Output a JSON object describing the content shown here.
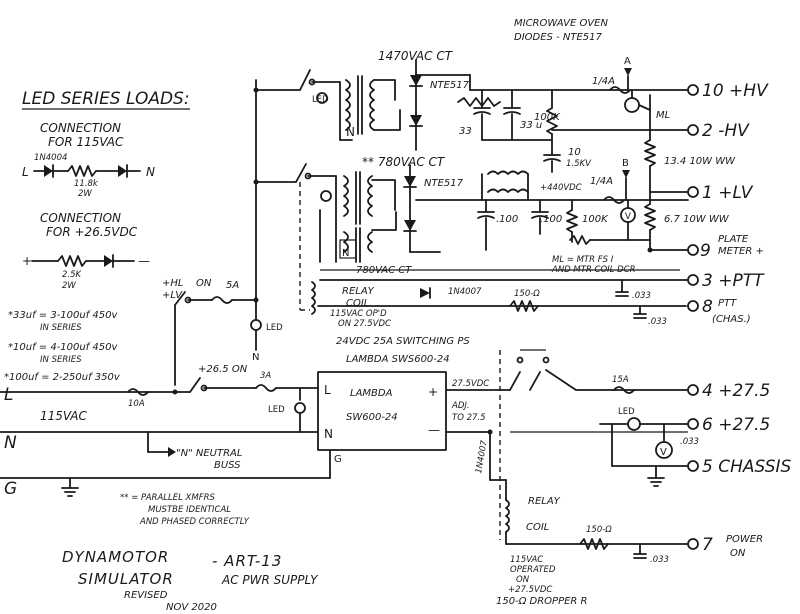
{
  "legend": {
    "heading": "LED SERIES LOADS:",
    "conn115": "CONNECTION",
    "conn115b": "FOR 115VAC",
    "diode115": "1N4004",
    "res115": "11.8k",
    "res115w": "2W",
    "line_l": "L",
    "line_n": "N",
    "conn265": "CONNECTION",
    "conn265b": "FOR +26.5VDC",
    "res265": "2.5K",
    "res265w": "2W",
    "cap33": "*33uf = 3-100uf 450v",
    "cap33b": "IN SERIES",
    "cap10": "*10uf = 4-100uf 450v",
    "cap10b": "IN SERIES",
    "cap100": "*100uf = 2-250uf 350v"
  },
  "top": {
    "mw_note1": "MICROWAVE OVEN",
    "mw_note2": "DIODES - NTE517",
    "xfmr1": "1470VAC CT",
    "nte1": "NTE517",
    "xfmr2": "**  780VAC CT",
    "nte2": "NTE517",
    "xfmr3": "780VAC CT",
    "tp_a": "A",
    "tp_b": "B",
    "fuse1": "1/4A",
    "fuse2": "1/4A",
    "cap33a": "33",
    "cap33b": "33 u",
    "res100k_1": "100K",
    "cap10": "10",
    "cap10v": "1.5KV",
    "ml": "ML",
    "res13": "13.4  10W WW",
    "res67": "6.7  10W WW",
    "t440": "+440VDC",
    "cap100a": ".100",
    "cap100b": ".100",
    "res100k_2": "100K",
    "ml_note": "ML = MTR FS I",
    "ml_note2": "AND MTR COIL DCR",
    "relay1": "RELAY",
    "relay1b": "COIL",
    "relay1c": "115VAC OP'D",
    "relay1d": "ON 27.5VDC",
    "d4007": "1N4007",
    "r150a": "150-Ω",
    "c033a": ".033",
    "c033b": ".033",
    "led_label": "LED",
    "plus_hl": "+HL",
    "plus_lv": "+LV",
    "on1": "ON",
    "fuse5a": "5A"
  },
  "outputs": {
    "t10": "10  +HV",
    "t2": "2  -HV",
    "t1": "1  +LV",
    "t9": "9",
    "t9lbl1": "PLATE",
    "t9lbl2": "METER +",
    "t3": "3  +PTT",
    "t8": "8",
    "t8lbl1": "PTT",
    "t8lbl2": "(CHAS.)",
    "t4": "4  +27.5",
    "t6": "6  +27.5",
    "t5": "5  CHASSIS",
    "t7": "7",
    "t7lbl1": "POWER",
    "t7lbl2": "ON"
  },
  "bottom": {
    "ps1": "24VDC 25A SWITCHING PS",
    "ps2": "LAMBDA SWS600-24",
    "psbox1": "LAMBDA",
    "psbox2": "SW600-24",
    "plus": "+",
    "minus": "—",
    "l": "L",
    "n": "N",
    "g": "G",
    "vout": "27.5VDC",
    "adj": "ADJ.",
    "adj2": "TO 27.5",
    "plus265": "+26.5 ON",
    "fuse10": "10A",
    "fuse3": "3A",
    "fuse15": "15A",
    "ac115": "115VAC",
    "neutral": "\"N\" NEUTRAL",
    "neutral2": "BUSS",
    "parallel1": "** = PARALLEL XMFRS",
    "parallel2": "MUSTBE IDENTICAL",
    "parallel3": "AND PHASED CORRECTLY",
    "relay2": "RELAY",
    "relay2b": "COIL",
    "relay2c": "115VAC",
    "relay2d": "OPERATED",
    "relay2e": "ON",
    "relay2f": "+27.5VDC",
    "relay2g": "150-Ω DROPPER R",
    "r150b": "150-Ω",
    "c033c": ".033",
    "d4007b": "1N4007",
    "title1": "DYNAMOTOR",
    "title2": "SIMULATOR",
    "title3": "- ART-13",
    "title4": "AC PWR SUPPLY",
    "revised": "REVISED",
    "date": "NOV 2020",
    "led_a": "LED",
    "led_b": "LED",
    "v_sym": "V",
    "v_sym2": "V",
    "c033d": ".033"
  }
}
